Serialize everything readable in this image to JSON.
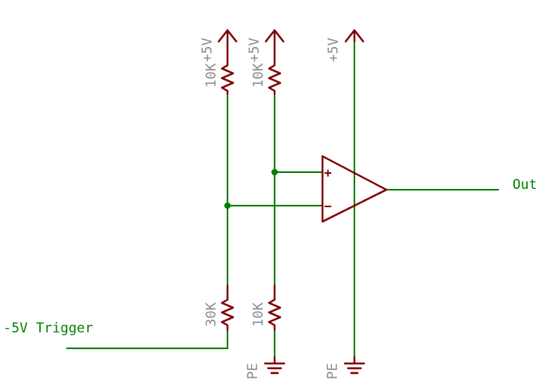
{
  "diagram": {
    "colors": {
      "wire": "#008000",
      "component": "#800000",
      "value_text": "#8c8c8c",
      "net_text": "#008000",
      "background": "#ffffff"
    },
    "supplies": {
      "left": "+5V",
      "middle": "+5V",
      "opamp": "+5V"
    },
    "resistors": {
      "r_top_left": "10K",
      "r_top_middle": "10K",
      "r_bottom_left": "30K",
      "r_bottom_middle": "10K"
    },
    "grounds": {
      "middle": "PE",
      "opamp": "PE"
    },
    "opamp": {
      "noninverting": "+",
      "inverting": "−"
    },
    "nets": {
      "input": "-5V Trigger",
      "output": "Out"
    }
  }
}
